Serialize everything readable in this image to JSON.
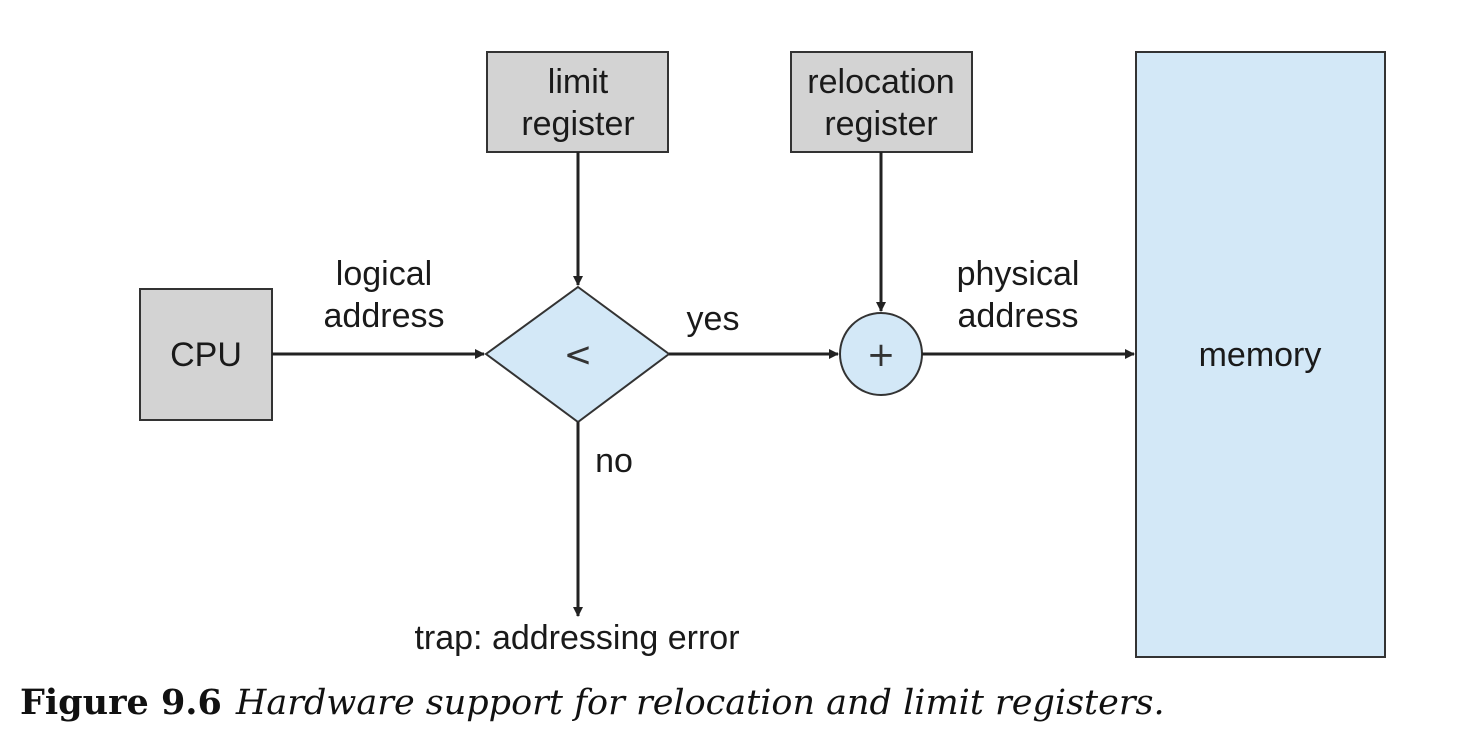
{
  "diagram": {
    "cpu": {
      "label": "CPU"
    },
    "limit_register": {
      "line1": "limit",
      "line2": "register"
    },
    "relocation_register": {
      "line1": "relocation",
      "line2": "register"
    },
    "comparator": {
      "symbol": "<"
    },
    "adder": {
      "symbol": "+"
    },
    "memory": {
      "label": "memory"
    },
    "edges": {
      "logical_address": {
        "line1": "logical",
        "line2": "address"
      },
      "physical_address": {
        "line1": "physical",
        "line2": "address"
      },
      "yes": "yes",
      "no": "no",
      "trap": "trap: addressing error"
    },
    "colors": {
      "register_fill": "#d3d3d3",
      "light_blue_fill": "#d3e8f7",
      "stroke": "#333333"
    }
  },
  "caption": {
    "number": "Figure 9.6",
    "text": "Hardware support for relocation and limit registers."
  }
}
